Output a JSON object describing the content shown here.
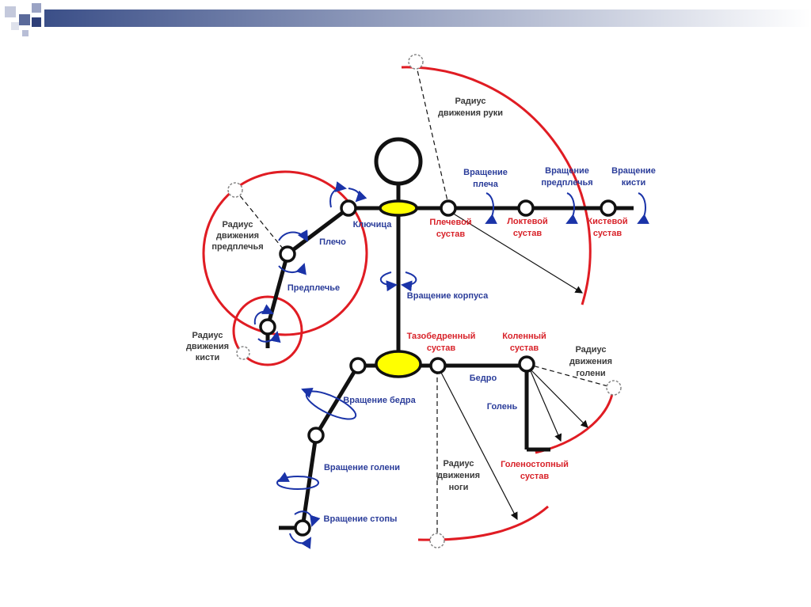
{
  "colors": {
    "header_gradient_start": "#3b4f88",
    "header_gradient_end": "#ffffff",
    "radius_arc": "#e01c23",
    "rotation_arrow": "#1a33a8",
    "joint_fill": "#ffff00",
    "skeleton": "#111111",
    "label_blue": "#2b3d9a",
    "label_red": "#d8232a"
  },
  "labels": {
    "arm_radius_1": "Радиус",
    "arm_radius_2": "движения руки",
    "shoulder_rot_1": "Вращение",
    "shoulder_rot_2": "плеча",
    "forearm_rot_1": "Вращение",
    "forearm_rot_2": "предплечья",
    "wrist_rot_1": "Вращение",
    "wrist_rot_2": "кисти",
    "forearm_radius_1": "Радиус",
    "forearm_radius_2": "движения",
    "forearm_radius_3": "предплечья",
    "clavicle": "Ключица",
    "shoulder_joint_1": "Плечевой",
    "shoulder_joint_2": "сустав",
    "elbow_joint_1": "Локтевой",
    "elbow_joint_2": "сустав",
    "wrist_joint_1": "Кистевой",
    "wrist_joint_2": "сустав",
    "upper_arm": "Плечо",
    "forearm": "Предплечье",
    "torso_rot": "Вращение корпуса",
    "hand_radius_1": "Радиус",
    "hand_radius_2": "движения",
    "hand_radius_3": "кисти",
    "hip_joint_1": "Тазобедренный",
    "hip_joint_2": "сустав",
    "knee_joint_1": "Коленный",
    "knee_joint_2": "сустав",
    "shin_radius_1": "Радиус",
    "shin_radius_2": "движения",
    "shin_radius_3": "голени",
    "thigh": "Бедро",
    "shin": "Голень",
    "hip_rot": "Вращение бедра",
    "shin_rot": "Вращение голени",
    "foot_rot": "Вращение стопы",
    "leg_radius_1": "Радиус",
    "leg_radius_2": "движения",
    "leg_radius_3": "ноги",
    "ankle_joint_1": "Голеностопный",
    "ankle_joint_2": "сустав"
  }
}
